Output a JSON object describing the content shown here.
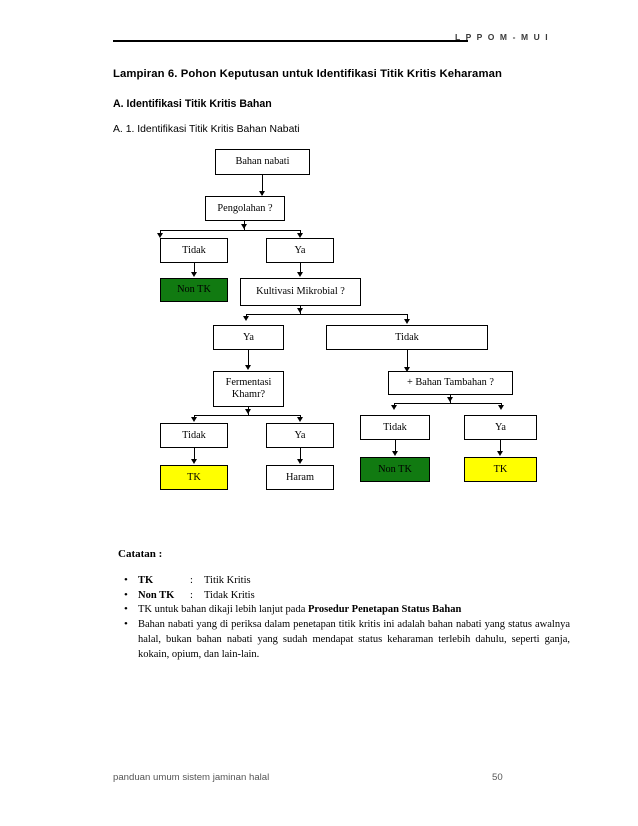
{
  "header": {
    "brand": "L P P O M - M U I"
  },
  "headings": {
    "title": "Lampiran 6.   Pohon Keputusan untuk Identifikasi Titik Kritis Keharaman",
    "section": "A. Identifikasi Titik Kritis Bahan",
    "subsection": "A. 1. Identifikasi Titik Kritis Bahan Nabati"
  },
  "flowchart": {
    "nodes": {
      "bahan_nabati": "Bahan nabati",
      "pengolahan": "Pengolahan ?",
      "pengolahan_tidak": "Tidak",
      "pengolahan_ya": "Ya",
      "non_tk_1": "Non TK",
      "kultivasi": "Kultivasi Mikrobial ?",
      "kultivasi_ya": "Ya",
      "kultivasi_tidak": "Tidak",
      "fermentasi": "Fermentasi Khamr?",
      "fermentasi_tidak": "Tidak",
      "fermentasi_ya": "Ya",
      "tk_1": "TK",
      "haram": "Haram",
      "bahan_tambahan": "+ Bahan Tambahan ?",
      "tambahan_tidak": "Tidak",
      "tambahan_ya": "Ya",
      "non_tk_2": "Non TK",
      "tk_2": "TK"
    },
    "colors": {
      "green": "#117a11",
      "yellow": "#ffff00",
      "line": "#000000"
    }
  },
  "notes": {
    "title": "Catatan :",
    "item_tk_term": "TK",
    "item_tk_value": "Titik Kritis",
    "item_nontk_term": "Non TK",
    "item_nontk_value": "Tidak Kritis",
    "item_prosedur_pre": "TK untuk bahan dikaji lebih lanjut pada ",
    "item_prosedur_bold": "Prosedur Penetapan Status Bahan",
    "item_paragraph": "Bahan nabati yang di periksa dalam penetapan titik kritis ini adalah bahan nabati yang status awalnya halal, bukan bahan nabati yang sudah mendapat status keharaman terlebih dahulu, seperti ganja, kokain, opium, dan lain-lain."
  },
  "footer": {
    "left": "panduan umum sistem jaminan halal",
    "page": "50"
  }
}
